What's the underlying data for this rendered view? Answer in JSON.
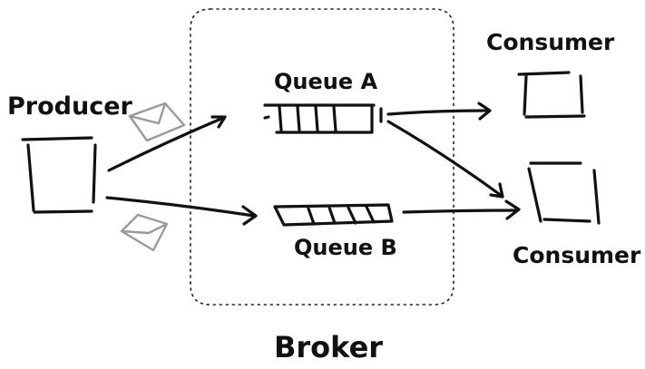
{
  "diagram": {
    "producer": {
      "label": "Producer"
    },
    "broker": {
      "label": "Broker",
      "queues": [
        {
          "label": "Queue A"
        },
        {
          "label": "Queue B"
        }
      ]
    },
    "consumers": [
      {
        "label": "Consumer"
      },
      {
        "label": "Consumer"
      }
    ],
    "messages": [
      {
        "icon": "envelope-icon"
      },
      {
        "icon": "envelope-icon"
      }
    ]
  },
  "colors": {
    "ink": "#111111",
    "message": "#9a9a9a",
    "background": "#ffffff"
  }
}
